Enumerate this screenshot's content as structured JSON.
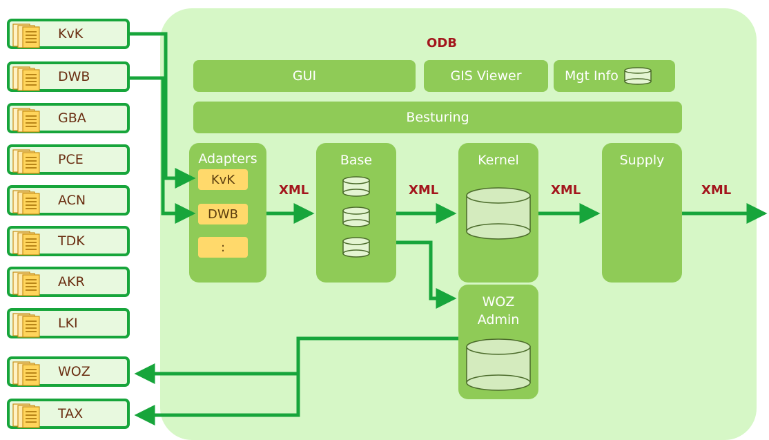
{
  "odb": {
    "title": "ODB"
  },
  "top_bar": {
    "gui": "GUI",
    "gis_viewer": "GIS Viewer",
    "mgt_info": "Mgt Info",
    "besturing": "Besturing"
  },
  "columns": {
    "adapters": {
      "label": "Adapters",
      "items": [
        "KvK",
        "DWB",
        ":"
      ]
    },
    "base": {
      "label": "Base"
    },
    "kernel": {
      "label": "Kernel"
    },
    "supply": {
      "label": "Supply"
    },
    "woz_admin": {
      "label_line1": "WOZ",
      "label_line2": "Admin"
    }
  },
  "xml_labels": [
    "XML",
    "XML",
    "XML",
    "XML"
  ],
  "sources": [
    "KvK",
    "DWB",
    "GBA",
    "PCE",
    "ACN",
    "TDK",
    "AKR",
    "LKI",
    "WOZ",
    "TAX"
  ],
  "colors": {
    "arrow": "#17a53b",
    "box": "#8fcb57",
    "area": "#d6f7c6",
    "xml": "#a3161d",
    "adapter": "#ffd96b"
  }
}
